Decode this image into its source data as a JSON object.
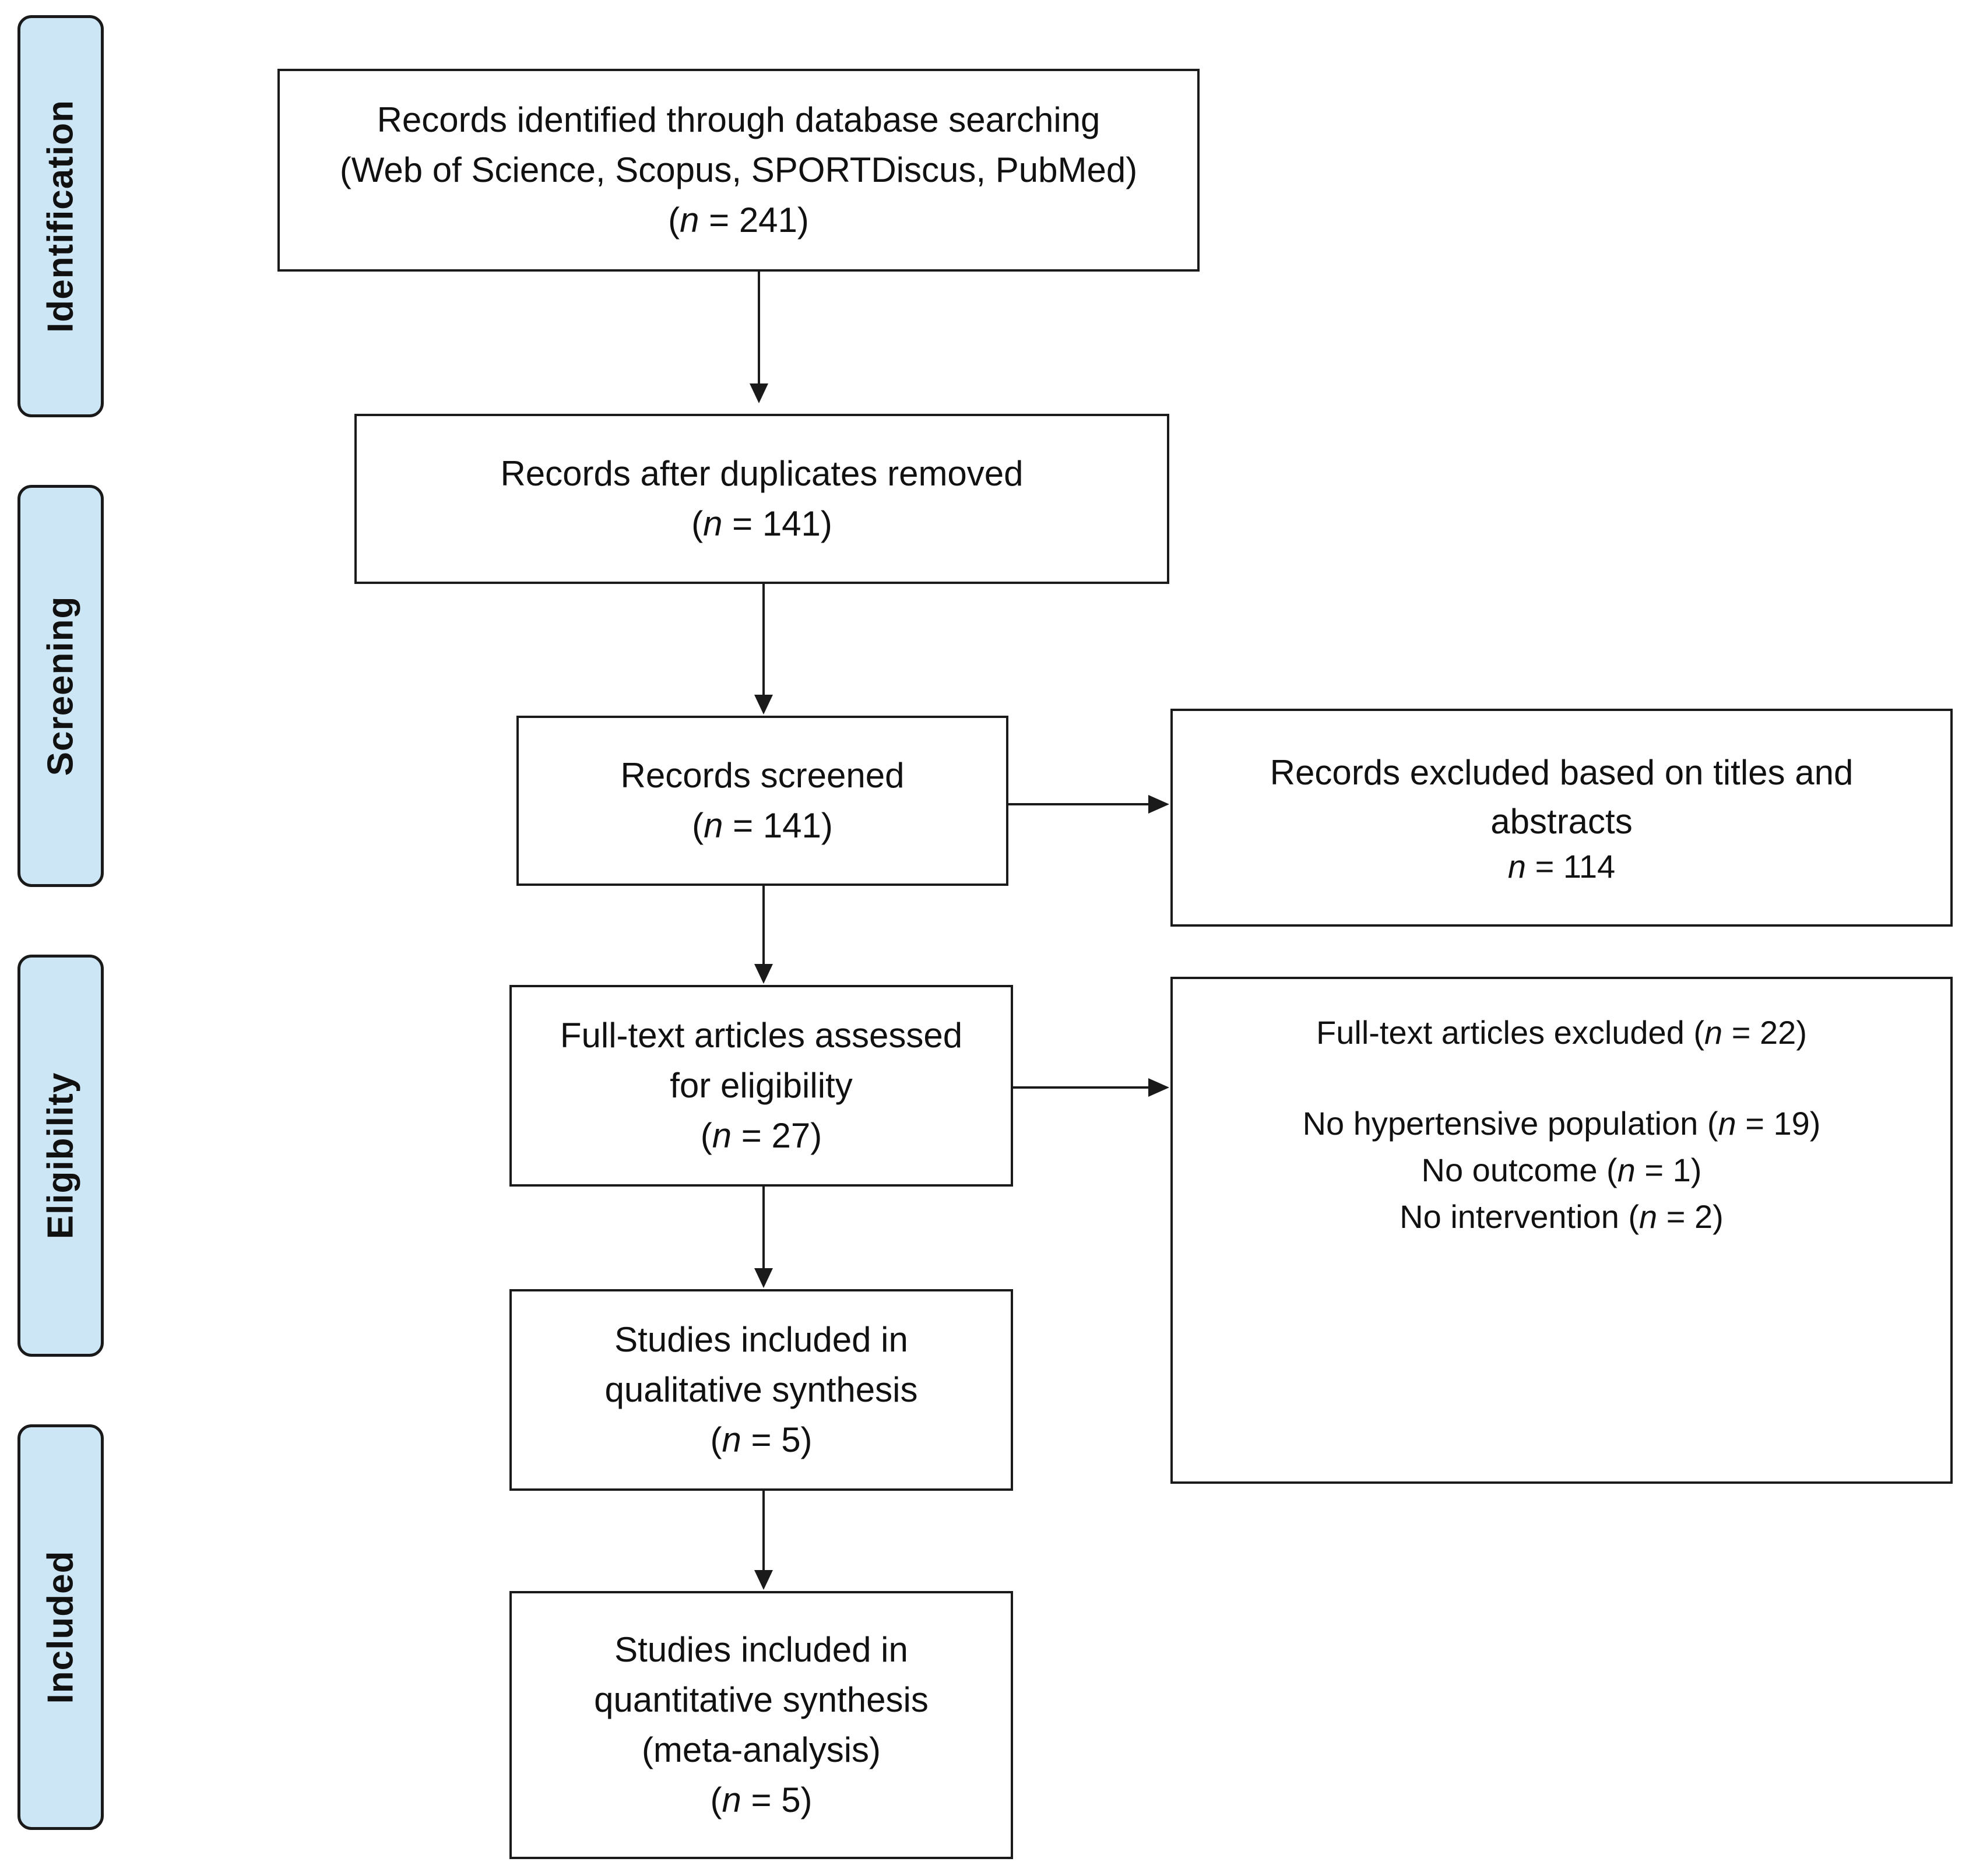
{
  "stages": [
    {
      "id": "identification",
      "label": "Identification"
    },
    {
      "id": "screening",
      "label": "Screening"
    },
    {
      "id": "eligibility",
      "label": "Eligibility"
    },
    {
      "id": "included",
      "label": "Included"
    }
  ],
  "boxes": {
    "identified": {
      "lines": [
        "Records identified through database searching",
        "(Web of Science, Scopus, SPORTDiscus, PubMed)"
      ],
      "n_prefix": "(",
      "n_symbol": "n",
      "n_suffix": " = 241)"
    },
    "after_duplicates": {
      "lines": [
        "Records after duplicates removed"
      ],
      "n_prefix": "(",
      "n_symbol": "n",
      "n_suffix": " = 141)"
    },
    "screened": {
      "lines": [
        "Records screened"
      ],
      "n_prefix": "(",
      "n_symbol": "n",
      "n_suffix": " = 141)"
    },
    "excluded_titles": {
      "lines": [
        "Records excluded based on titles and",
        "abstracts"
      ],
      "n_prefix": "",
      "n_symbol": "n",
      "n_suffix": " = 114"
    },
    "fulltext_assessed": {
      "lines": [
        "Full-text articles assessed",
        "for eligibility"
      ],
      "n_prefix": "(",
      "n_symbol": "n",
      "n_suffix": " = 27)"
    },
    "fulltext_excluded": {
      "heading_prefix": "Full-text articles excluded (",
      "heading_symbol": "n",
      "heading_suffix": " = 22)",
      "reasons": [
        {
          "prefix": "No hypertensive population (",
          "symbol": "n",
          "suffix": " = 19)"
        },
        {
          "prefix": "No outcome (",
          "symbol": "n",
          "suffix": " = 1)"
        },
        {
          "prefix": "No intervention (",
          "symbol": "n",
          "suffix": " = 2)"
        }
      ]
    },
    "qualitative": {
      "lines": [
        "Studies included in",
        "qualitative synthesis"
      ],
      "n_prefix": "(",
      "n_symbol": "n",
      "n_suffix": " = 5)"
    },
    "quantitative": {
      "lines": [
        "Studies included in",
        "quantitative synthesis",
        "(meta-analysis)"
      ],
      "n_prefix": "(",
      "n_symbol": "n",
      "n_suffix": " = 5)"
    }
  },
  "colors": {
    "stage_fill": "#cce6f6",
    "stroke": "#1a1a1a"
  }
}
